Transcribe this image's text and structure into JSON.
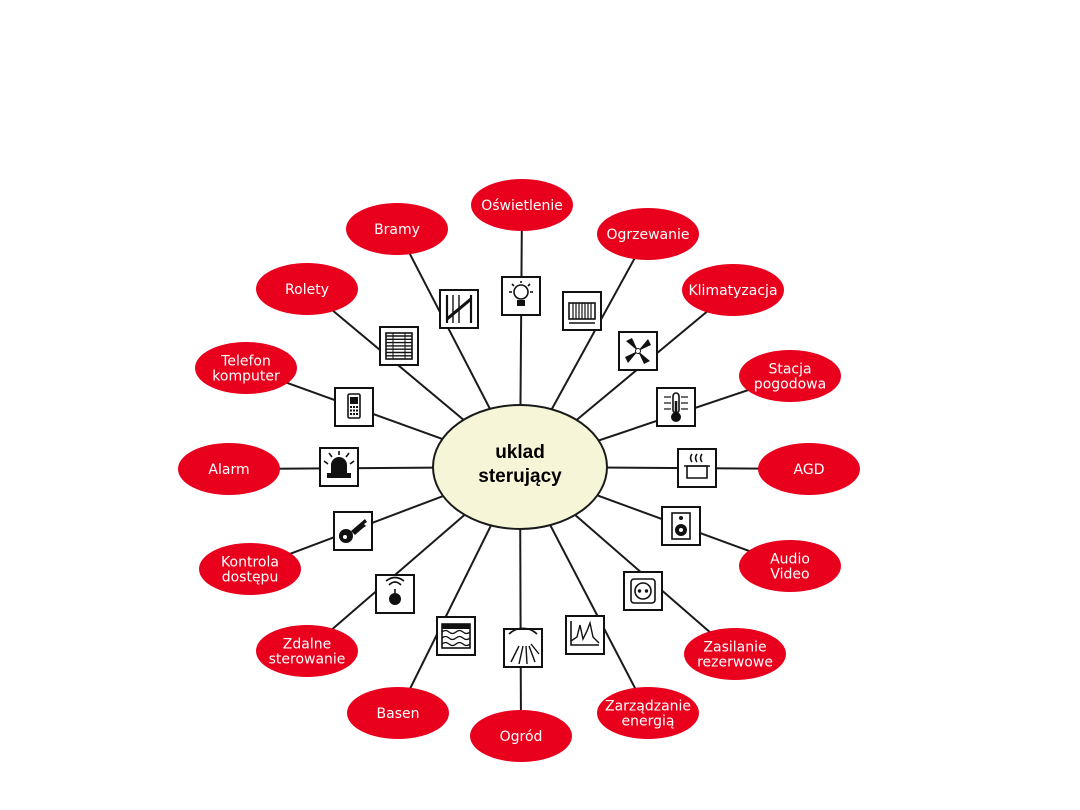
{
  "colors": {
    "node_fill": "#e8001c",
    "node_label": "#ffffff",
    "hub_fill": "#f7f5d8",
    "line": "#1a1a1a",
    "icon_box": "#ffffff"
  },
  "hub": {
    "lines": [
      "uklad",
      "sterujący"
    ]
  },
  "nodes": [
    {
      "id": "oswietlenie",
      "lines": [
        "Oświetlenie"
      ],
      "icon": "light-bulb-icon"
    },
    {
      "id": "ogrzewanie",
      "lines": [
        "Ogrzewanie"
      ],
      "icon": "radiator-icon"
    },
    {
      "id": "klimatyzacja",
      "lines": [
        "Klimatyzacja"
      ],
      "icon": "fan-icon"
    },
    {
      "id": "stacja-pogodowa",
      "lines": [
        "Stacja",
        "pogodowa"
      ],
      "icon": "thermometer-icon"
    },
    {
      "id": "agd",
      "lines": [
        "AGD"
      ],
      "icon": "cooking-pot-icon"
    },
    {
      "id": "audio-video",
      "lines": [
        "Audio",
        "Video"
      ],
      "icon": "speaker-icon"
    },
    {
      "id": "zasilanie-rezerwowe",
      "lines": [
        "Zasilanie",
        "rezerwowe"
      ],
      "icon": "power-socket-icon"
    },
    {
      "id": "zarzadzanie-energia",
      "lines": [
        "Zarządzanie",
        "energią"
      ],
      "icon": "energy-graph-icon"
    },
    {
      "id": "ogrod",
      "lines": [
        "Ogród"
      ],
      "icon": "sun-icon"
    },
    {
      "id": "basen",
      "lines": [
        "Basen"
      ],
      "icon": "pool-water-icon"
    },
    {
      "id": "zdalne-sterowanie",
      "lines": [
        "Zdalne",
        "sterowanie"
      ],
      "icon": "remote-signal-icon"
    },
    {
      "id": "kontrola-dostepu",
      "lines": [
        "Kontrola",
        "dostępu"
      ],
      "icon": "key-icon"
    },
    {
      "id": "alarm",
      "lines": [
        "Alarm"
      ],
      "icon": "alarm-beacon-icon"
    },
    {
      "id": "telefon-komputer",
      "lines": [
        "Telefon",
        "komputer"
      ],
      "icon": "phone-icon"
    },
    {
      "id": "rolety",
      "lines": [
        "Rolety"
      ],
      "icon": "blinds-icon"
    },
    {
      "id": "bramy",
      "lines": [
        "Bramy"
      ],
      "icon": "gate-icon"
    }
  ]
}
